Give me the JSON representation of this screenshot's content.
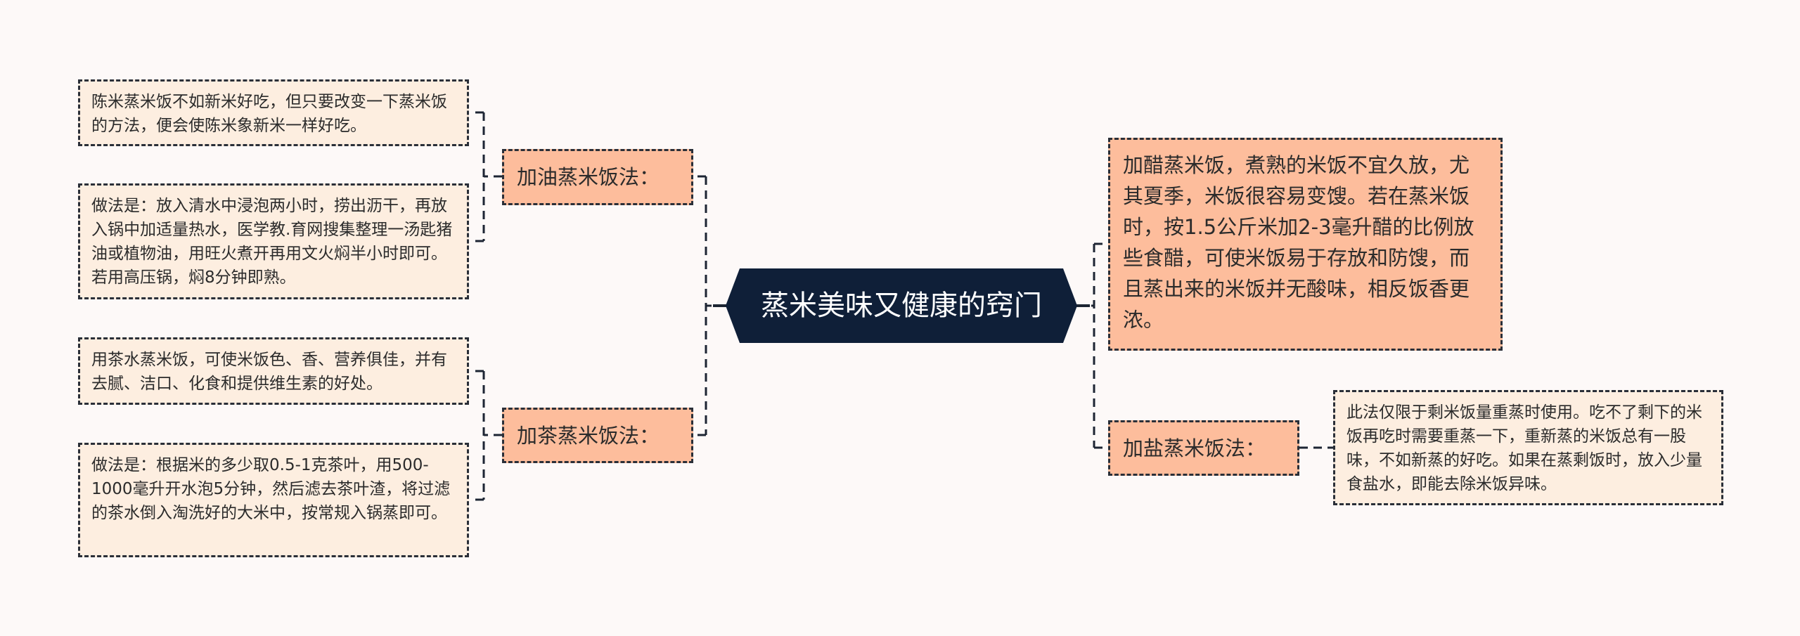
{
  "mindmap": {
    "center": {
      "label": "蒸米美味又健康的窍门",
      "color": "#0f1f38"
    },
    "colors": {
      "branch_fill": "#fdbd9c",
      "leaf_fill": "#fdeee0",
      "background": "#fdf9f8",
      "connector": "#1d2533"
    },
    "left_branches": [
      {
        "label": "加油蒸米饭法：",
        "children": [
          {
            "text": "陈米蒸米饭不如新米好吃，但只要改变一下蒸米饭的方法，便会使陈米象新米一样好吃。"
          },
          {
            "text": "做法是：放入清水中浸泡两小时，捞出沥干，再放入锅中加适量热水，医学教.育网搜集整理一汤匙猪油或植物油，用旺火煮开再用文火焖半小时即可。若用高压锅，焖8分钟即熟。"
          }
        ]
      },
      {
        "label": "加茶蒸米饭法：",
        "children": [
          {
            "text": "用茶水蒸米饭，可使米饭色、香、营养俱佳，并有去腻、洁口、化食和提供维生素的好处。"
          },
          {
            "text": "做法是：根据米的多少取0.5-1克茶叶，用500-1000毫升开水泡5分钟，然后滤去茶叶渣，将过滤的茶水倒入淘洗好的大米中，按常规入锅蒸即可。"
          }
        ]
      }
    ],
    "right_branches": [
      {
        "label": "加醋蒸米饭，煮熟的米饭不宜久放，尤其夏季，米饭很容易变馊。若在蒸米饭时，按1.5公斤米加2-3毫升醋的比例放些食醋，可使米饭易于存放和防馊，而且蒸出来的米饭并无酸味，相反饭香更浓。",
        "children": []
      },
      {
        "label": "加盐蒸米饭法：",
        "children": [
          {
            "text": "此法仅限于剩米饭量重蒸时使用。吃不了剩下的米饭再吃时需要重蒸一下，重新蒸的米饭总有一股味，不如新蒸的好吃。如果在蒸剩饭时，放入少量食盐水，即能去除米饭异味。"
          }
        ]
      }
    ]
  }
}
